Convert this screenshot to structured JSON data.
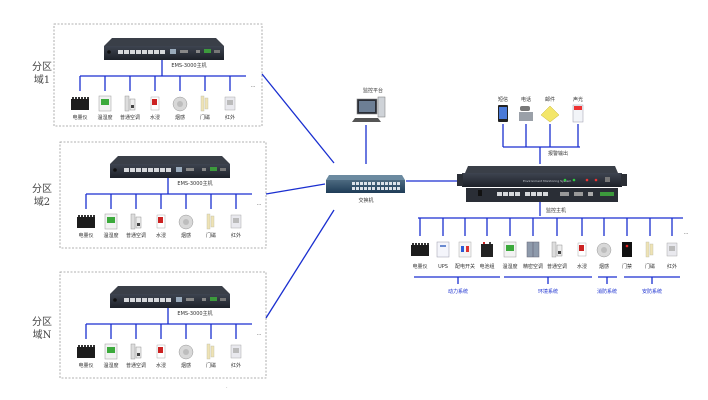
{
  "diagram": {
    "title": "",
    "line_color": "#1a2fd0",
    "zones": [
      {
        "label_line1": "分区",
        "label_line2": "域1",
        "host_label": "EMS-3000主机",
        "devices": [
          "电量仪",
          "温湿度",
          "普通空调",
          "水浸",
          "烟感",
          "门磁",
          "红外"
        ],
        "more": "···"
      },
      {
        "label_line1": "分区",
        "label_line2": "域2",
        "host_label": "EMS-3000主机",
        "devices": [
          "电量仪",
          "温湿度",
          "普通空调",
          "水浸",
          "烟感",
          "门磁",
          "红外"
        ],
        "more": "···"
      },
      {
        "label_line1": "分区",
        "label_line2": "域N",
        "host_label": "EMS-3000主机",
        "devices": [
          "电量仪",
          "温湿度",
          "普通空调",
          "水浸",
          "烟感",
          "门磁",
          "红外"
        ],
        "more": "···"
      }
    ],
    "center": {
      "pc_label": "监控平台",
      "switch_label": "交换机"
    },
    "alarm": {
      "title": "报警输出",
      "outputs": [
        "短信",
        "电话",
        "邮件",
        "声光"
      ]
    },
    "main_host": {
      "label": "监控主机",
      "panel_text": "Environment Monitoring System",
      "devices": [
        "电量仪",
        "UPS",
        "配电开关",
        "电池组",
        "温湿度",
        "精密空调",
        "普通空调",
        "水浸",
        "烟感",
        "门禁",
        "门磁",
        "红外"
      ],
      "more": "···",
      "groups": [
        "动力系统",
        "环境系统",
        "消防系统",
        "安防系统"
      ]
    }
  }
}
